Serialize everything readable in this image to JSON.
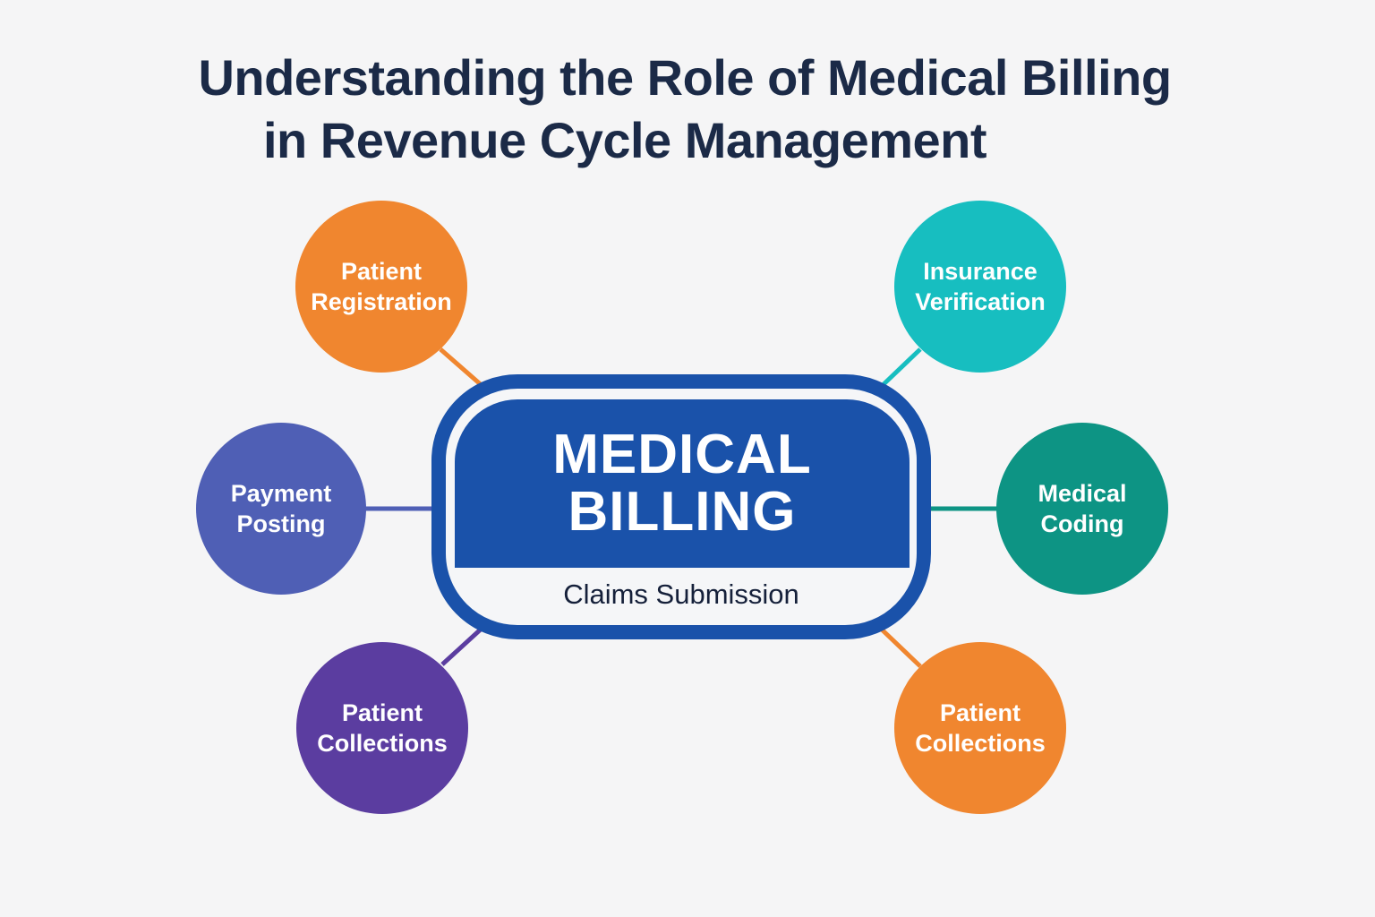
{
  "title": {
    "line1": "Understanding the Role of Medical Billing",
    "line2": "in Revenue Cycle Management"
  },
  "hub": {
    "title_line1": "MEDICAL",
    "title_line2": "BILLING",
    "subtitle": "Claims Submission",
    "color": "#1a52aa"
  },
  "nodes": [
    {
      "id": "patient-registration",
      "line1": "Patient",
      "line2": "Registration",
      "color": "#f0862f"
    },
    {
      "id": "insurance-verification",
      "line1": "Insurance",
      "line2": "Verification",
      "color": "#17bec0"
    },
    {
      "id": "payment-posting",
      "line1": "Payment",
      "line2": "Posting",
      "color": "#4f5fb5"
    },
    {
      "id": "medical-coding",
      "line1": "Medical",
      "line2": "Coding",
      "color": "#0d9484"
    },
    {
      "id": "patient-collections-left",
      "line1": "Patient",
      "line2": "Collections",
      "color": "#5b3da0"
    },
    {
      "id": "patient-collections-right",
      "line1": "Patient",
      "line2": "Collections",
      "color": "#f0862f"
    }
  ]
}
